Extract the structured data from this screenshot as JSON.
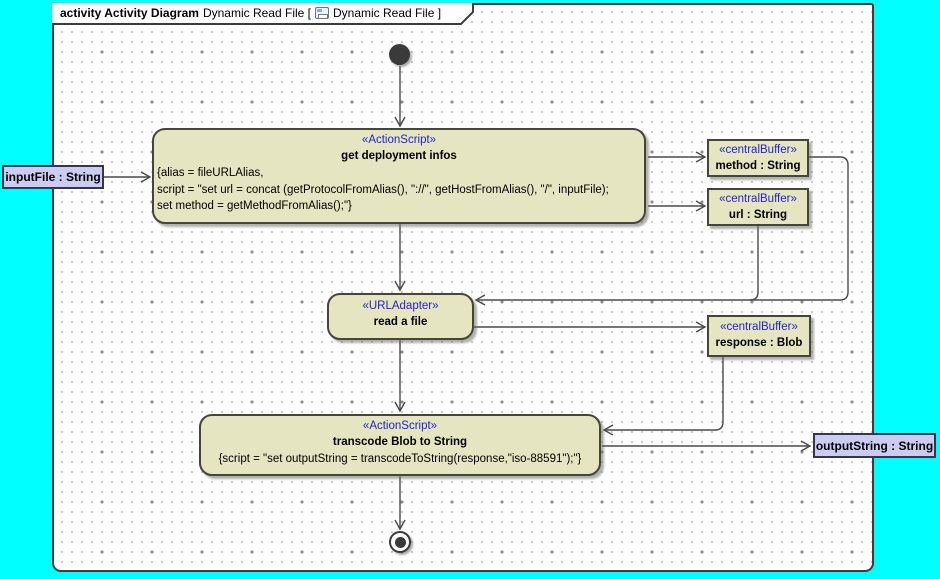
{
  "tab": {
    "bold_part": "activity Activity Diagram",
    "context_part": "Dynamic Read File [",
    "inner_part": "Dynamic Read File ]"
  },
  "colors": {
    "canvas_border": "#00ffff",
    "node_fill": "#e5e5c2",
    "node_border": "#45453a",
    "stereotype_text": "#2323cc",
    "parameter_fill": "#ccccf2",
    "edge": "#4a4a4a"
  },
  "nodes": {
    "action_get_infos": {
      "stereotype": "«ActionScript»",
      "name": "get deployment infos",
      "body": [
        "{alias = fileURLAlias,",
        "script = \"set url = concat (getProtocolFromAlias(), \"://\", getHostFromAlias(), \"/\", inputFile);",
        "set method = getMethodFromAlias();\"}"
      ]
    },
    "action_read_file": {
      "stereotype": "«URLAdapter»",
      "name": "read a file"
    },
    "action_transcode": {
      "stereotype": "«ActionScript»",
      "name": "transcode Blob to String",
      "body": [
        "{script = \"set outputString = transcodeToString(response,\"iso-88591\");\"}"
      ]
    },
    "buffer_method": {
      "stereotype": "«centralBuffer»",
      "name": "method : String"
    },
    "buffer_url": {
      "stereotype": "«centralBuffer»",
      "name": "url : String"
    },
    "buffer_response": {
      "stereotype": "«centralBuffer»",
      "name": "response : Blob"
    },
    "param_input": {
      "name": "inputFile : String"
    },
    "param_output": {
      "name": "outputString : String"
    }
  }
}
